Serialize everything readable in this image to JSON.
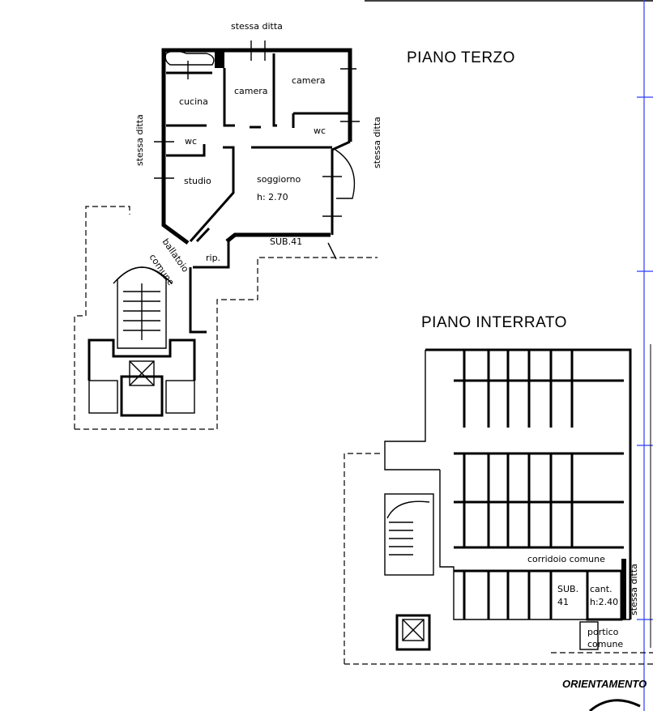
{
  "upper_floor": {
    "title": "PIANO TERZO",
    "neighbor_top": "stessa ditta",
    "neighbor_left": "stessa ditta",
    "neighbor_right": "stessa ditta",
    "rooms": {
      "cucina": "cucina",
      "camera1": "camera",
      "camera2": "camera",
      "wc1": "wc",
      "wc2": "wc",
      "studio": "studio",
      "soggiorno": "soggiorno",
      "height": "h: 2.70",
      "rip": "rip.",
      "sub": "SUB.41",
      "ballatoio1": "ballatoio",
      "ballatoio2": "comune"
    }
  },
  "lower_floor": {
    "title": "PIANO INTERRATO",
    "corridoio": "corridoio comune",
    "sub_line1": "SUB.",
    "sub_line2": "41",
    "cant_line1": "cant.",
    "cant_line2": "h:2.40",
    "neighbor_right": "stessa ditta",
    "portico1": "portico",
    "portico2": "comune"
  },
  "orientation_label": "ORIENTAMENTO"
}
